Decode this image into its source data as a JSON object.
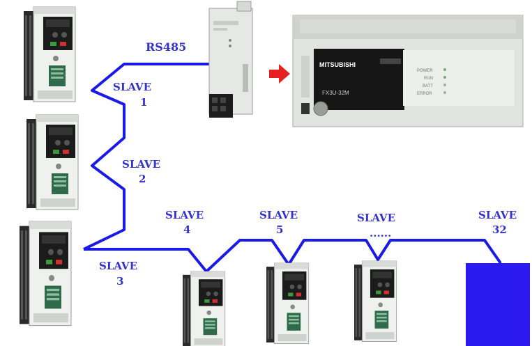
{
  "colors": {
    "bus_line": "#1a1ae6",
    "label": "#3333cc",
    "arrow": "#e62020",
    "placeholder": "#2a1af0"
  },
  "bus": {
    "label": "RS485"
  },
  "plc": {
    "brand": "MITSUBISHI",
    "model": "FX3U-32M",
    "status_leds": [
      "POWER",
      "RUN",
      "BATT",
      "ERROR"
    ]
  },
  "slaves": [
    {
      "label": "SLAVE",
      "number": "1"
    },
    {
      "label": "SLAVE",
      "number": "2"
    },
    {
      "label": "SLAVE",
      "number": "3"
    },
    {
      "label": "SLAVE",
      "number": "4"
    },
    {
      "label": "SLAVE",
      "number": "5"
    },
    {
      "label": "SLAVE",
      "number": "......"
    },
    {
      "label": "SLAVE",
      "number": "32"
    }
  ],
  "icons": {
    "drive": "inverter-drive-icon",
    "module": "rs485-adapter-icon",
    "plc": "plc-icon",
    "arrow": "right-arrow-icon"
  }
}
